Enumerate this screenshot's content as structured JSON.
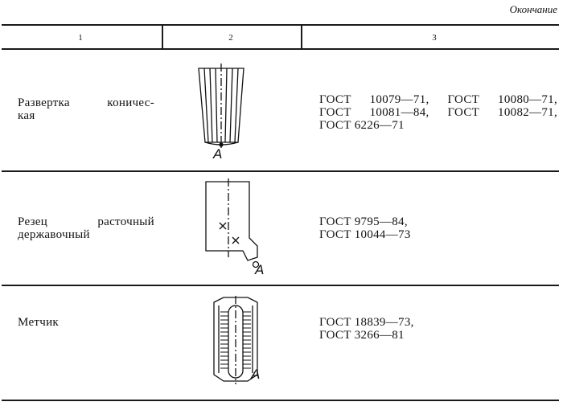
{
  "caption": "Окончание",
  "columns": [
    "1",
    "2",
    "3"
  ],
  "rows": [
    {
      "name_line1": "Развертка коничес-",
      "name_line2": "кая",
      "figure_label": "А",
      "standards": [
        "ГОСТ 10079—71, ГОСТ 10080—71,",
        "ГОСТ 10081—84, ГОСТ 10082—71,",
        "ГОСТ 6226—71"
      ]
    },
    {
      "name_line1": "Резец расточный",
      "name_line2": "державочный",
      "figure_label": "А",
      "standards": [
        "ГОСТ 9795—84,",
        "ГОСТ 10044—73"
      ]
    },
    {
      "name_line1": "Метчик",
      "name_line2": "",
      "figure_label": "А",
      "standards": [
        "ГОСТ 18839—73,",
        "ГОСТ 3266—81"
      ]
    }
  ]
}
